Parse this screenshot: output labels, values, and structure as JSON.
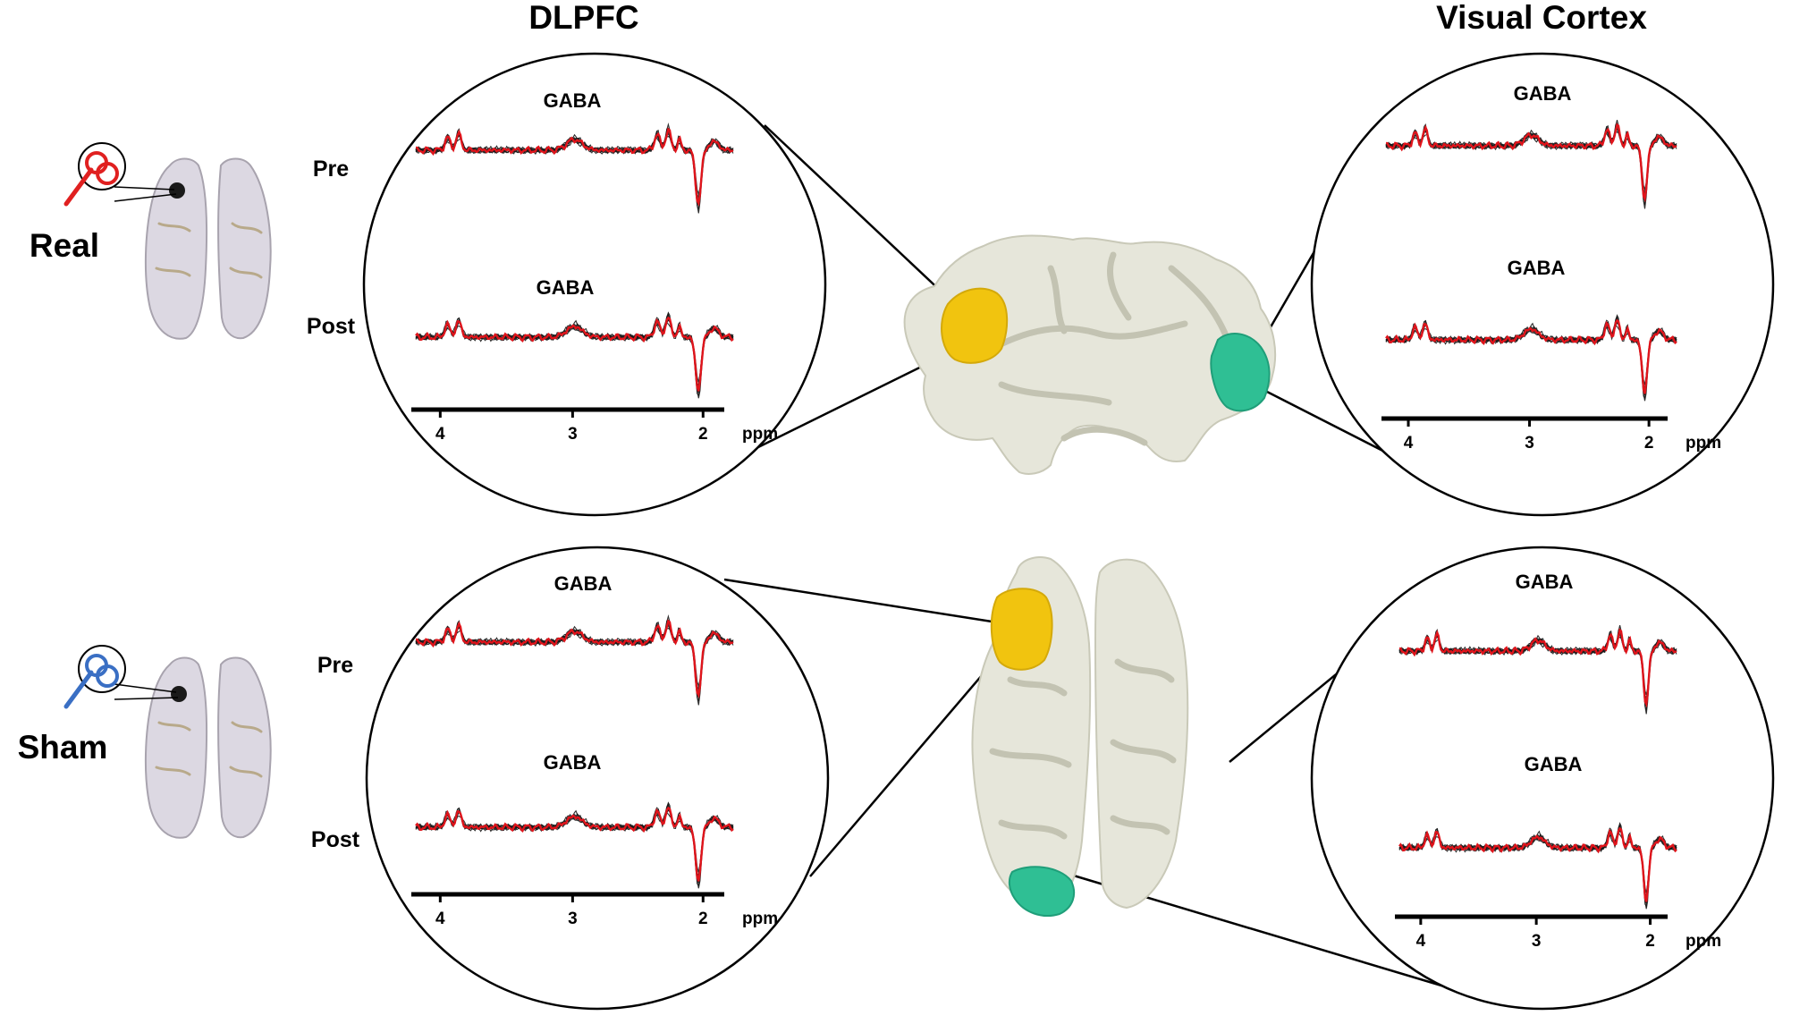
{
  "headings": {
    "dlpfc": "DLPFC",
    "visual": "Visual Cortex"
  },
  "groups": {
    "real": "Real",
    "sham": "Sham"
  },
  "rows": {
    "pre": "Pre",
    "post": "Post"
  },
  "peak_label": "GABA",
  "axis": {
    "ticks": [
      "4",
      "3",
      "2"
    ],
    "unit": "ppm"
  },
  "colors": {
    "average_trace": "#e0141b",
    "individual_traces": "#1a1a1a",
    "dlpfc_roi": "#f1c40f",
    "visual_roi": "#2fbf94",
    "real_coil": "#e02020",
    "sham_coil": "#3a6fc4",
    "brain_surface": "#e6e6da"
  },
  "icons": {
    "coil": "figure-eight-coil-icon"
  }
}
